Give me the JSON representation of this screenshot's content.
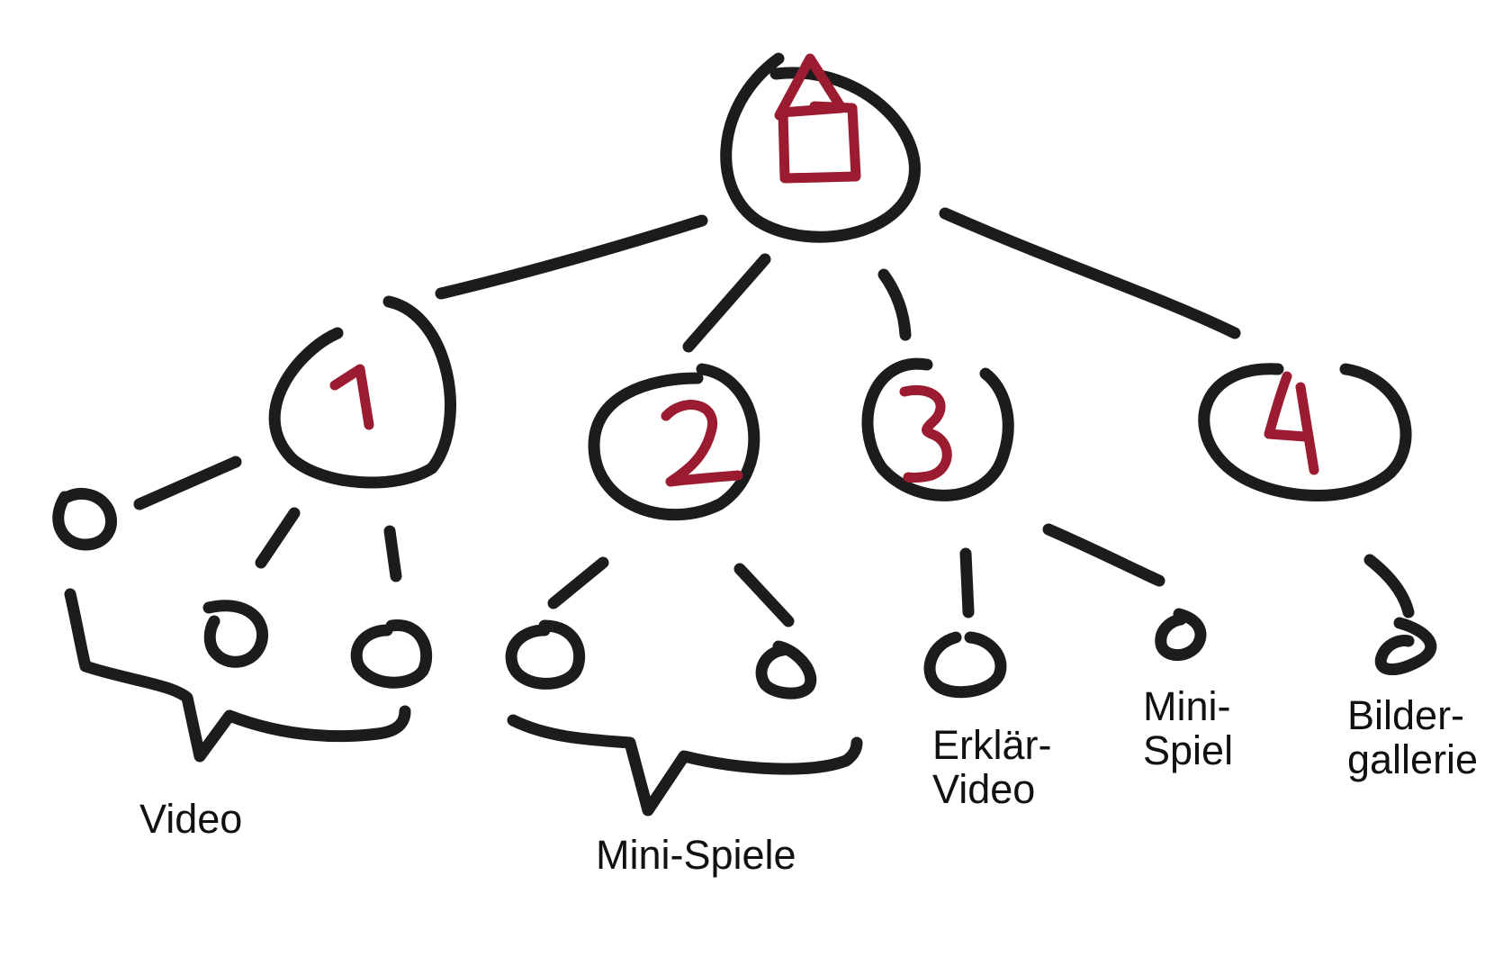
{
  "colors": {
    "ink": "#1c1c1c",
    "accent": "#9b1b30",
    "background": "#ffffff"
  },
  "diagram": {
    "root": {
      "icon": "house-icon"
    },
    "nodes": [
      {
        "id": "node-1",
        "number": "1"
      },
      {
        "id": "node-2",
        "number": "2"
      },
      {
        "id": "node-3",
        "number": "3"
      },
      {
        "id": "node-4",
        "number": "4"
      }
    ],
    "labels": {
      "video": "Video",
      "mini_spiele": "Mini-Spiele",
      "erklaer_video": "Erklär-\nVideo",
      "mini_spiel": "Mini-\nSpiel",
      "bildergallerie": "Bilder-\ngallerie"
    }
  }
}
